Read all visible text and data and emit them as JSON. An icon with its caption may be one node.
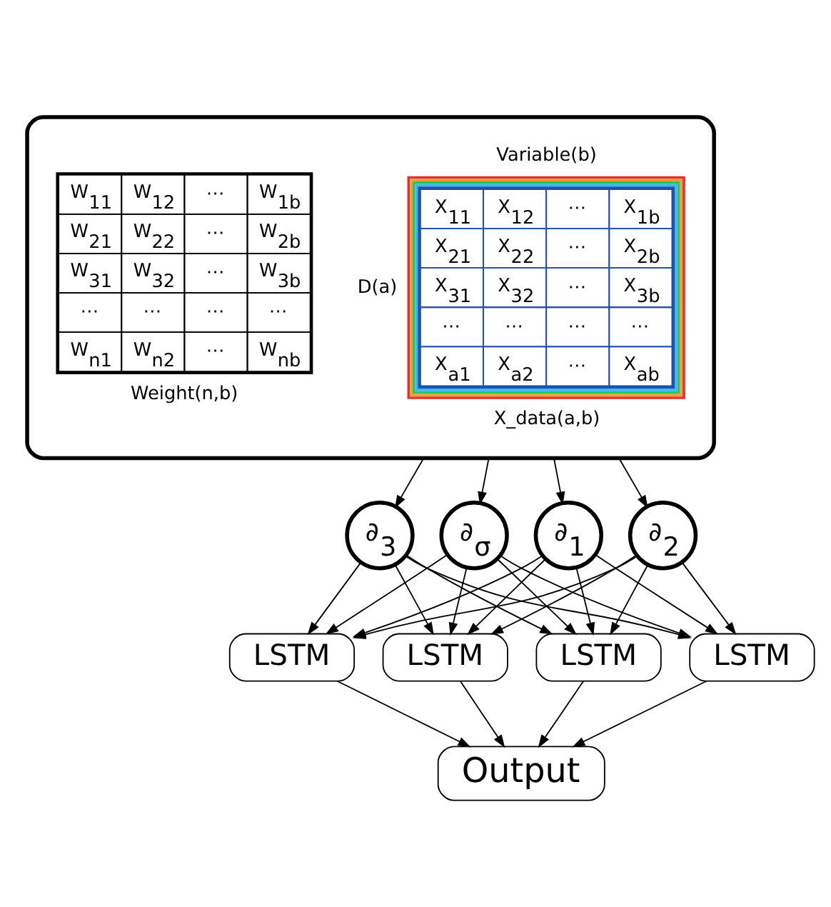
{
  "diagram": {
    "nodes": [
      {
        "text": [],
        "shape": "box"
      },
      {
        "text": [
          "X$_{11}$",
          "X$_{12}$",
          "⋯",
          "X$_{1b}$",
          "X$_{21}$",
          "X$_{22}$",
          "⋯",
          "X$_{2b}$",
          "X$_{31}$",
          "X$_{32}$",
          "⋯",
          "X$_{3b}$",
          "⋯",
          "⋯",
          "⋯",
          "⋯",
          "X$_{a1}$",
          "X$_{a2}$",
          "⋯",
          "X$_{ab}$"
        ],
        "beside": [
          "Variable(b)",
          "D(a)",
          "X_data(a,b)"
        ],
        "in": 0
      },
      {
        "text": [
          "W$_{11}$",
          "W$_{12}$",
          "⋯",
          "W$_{1b}$",
          "W$_{21}$",
          "W$_{22}$",
          "⋯",
          "W$_{2b}$",
          "W$_{31}$",
          "W$_{32}$",
          "⋯",
          "W$_{3b}$",
          "⋯",
          "⋯",
          "⋯",
          "⋯",
          "W$_{n1}$",
          "W$_{n2}$",
          "⋯",
          "W$_{nb}$"
        ],
        "beside": [
          "Weight(n,b)"
        ],
        "in": 0
      },
      {
        "text": [
          "∂$_{1}$"
        ]
      },
      {
        "text": [
          "∂$_{2}$"
        ]
      },
      {
        "text": [
          "∂$_{3}$"
        ]
      },
      {
        "text": [
          "∂$_{σ}$"
        ]
      },
      {
        "text": [
          "LSTM"
        ]
      },
      {
        "text": [
          "LSTM"
        ]
      },
      {
        "text": [
          "LSTM"
        ]
      },
      {
        "text": [
          "LSTM"
        ]
      },
      {
        "text": [
          "Output"
        ]
      }
    ],
    "edges": [
      {
        "from": 0,
        "to": 3,
        "arrow": "to"
      },
      {
        "from": 0,
        "to": 4,
        "arrow": "to"
      },
      {
        "from": 0,
        "to": 5,
        "arrow": "to"
      },
      {
        "from": 0,
        "to": 6,
        "arrow": "to"
      },
      {
        "from": 3,
        "to": 7,
        "arrow": "to"
      },
      {
        "from": 3,
        "to": 8,
        "arrow": "to"
      },
      {
        "from": 3,
        "to": 9,
        "arrow": "to"
      },
      {
        "from": 3,
        "to": 10,
        "arrow": "to"
      },
      {
        "from": 4,
        "to": 7,
        "arrow": "to"
      },
      {
        "from": 4,
        "to": 8,
        "arrow": "to"
      },
      {
        "from": 4,
        "to": 9,
        "arrow": "to"
      },
      {
        "from": 4,
        "to": 10,
        "arrow": "to"
      },
      {
        "from": 5,
        "to": 7,
        "arrow": "to"
      },
      {
        "from": 5,
        "to": 8,
        "arrow": "to"
      },
      {
        "from": 5,
        "to": 9,
        "arrow": "to"
      },
      {
        "from": 5,
        "to": 10,
        "arrow": "to"
      },
      {
        "from": 6,
        "to": 7,
        "arrow": "to"
      },
      {
        "from": 6,
        "to": 8,
        "arrow": "to"
      },
      {
        "from": 6,
        "to": 9,
        "arrow": "to"
      },
      {
        "from": 6,
        "to": 10,
        "arrow": "to"
      },
      {
        "from": 7,
        "to": 11,
        "arrow": "to"
      },
      {
        "from": 8,
        "to": 11,
        "arrow": "to"
      },
      {
        "from": 9,
        "to": 11,
        "arrow": "to"
      },
      {
        "from": 10,
        "to": 11,
        "arrow": "to"
      }
    ]
  }
}
